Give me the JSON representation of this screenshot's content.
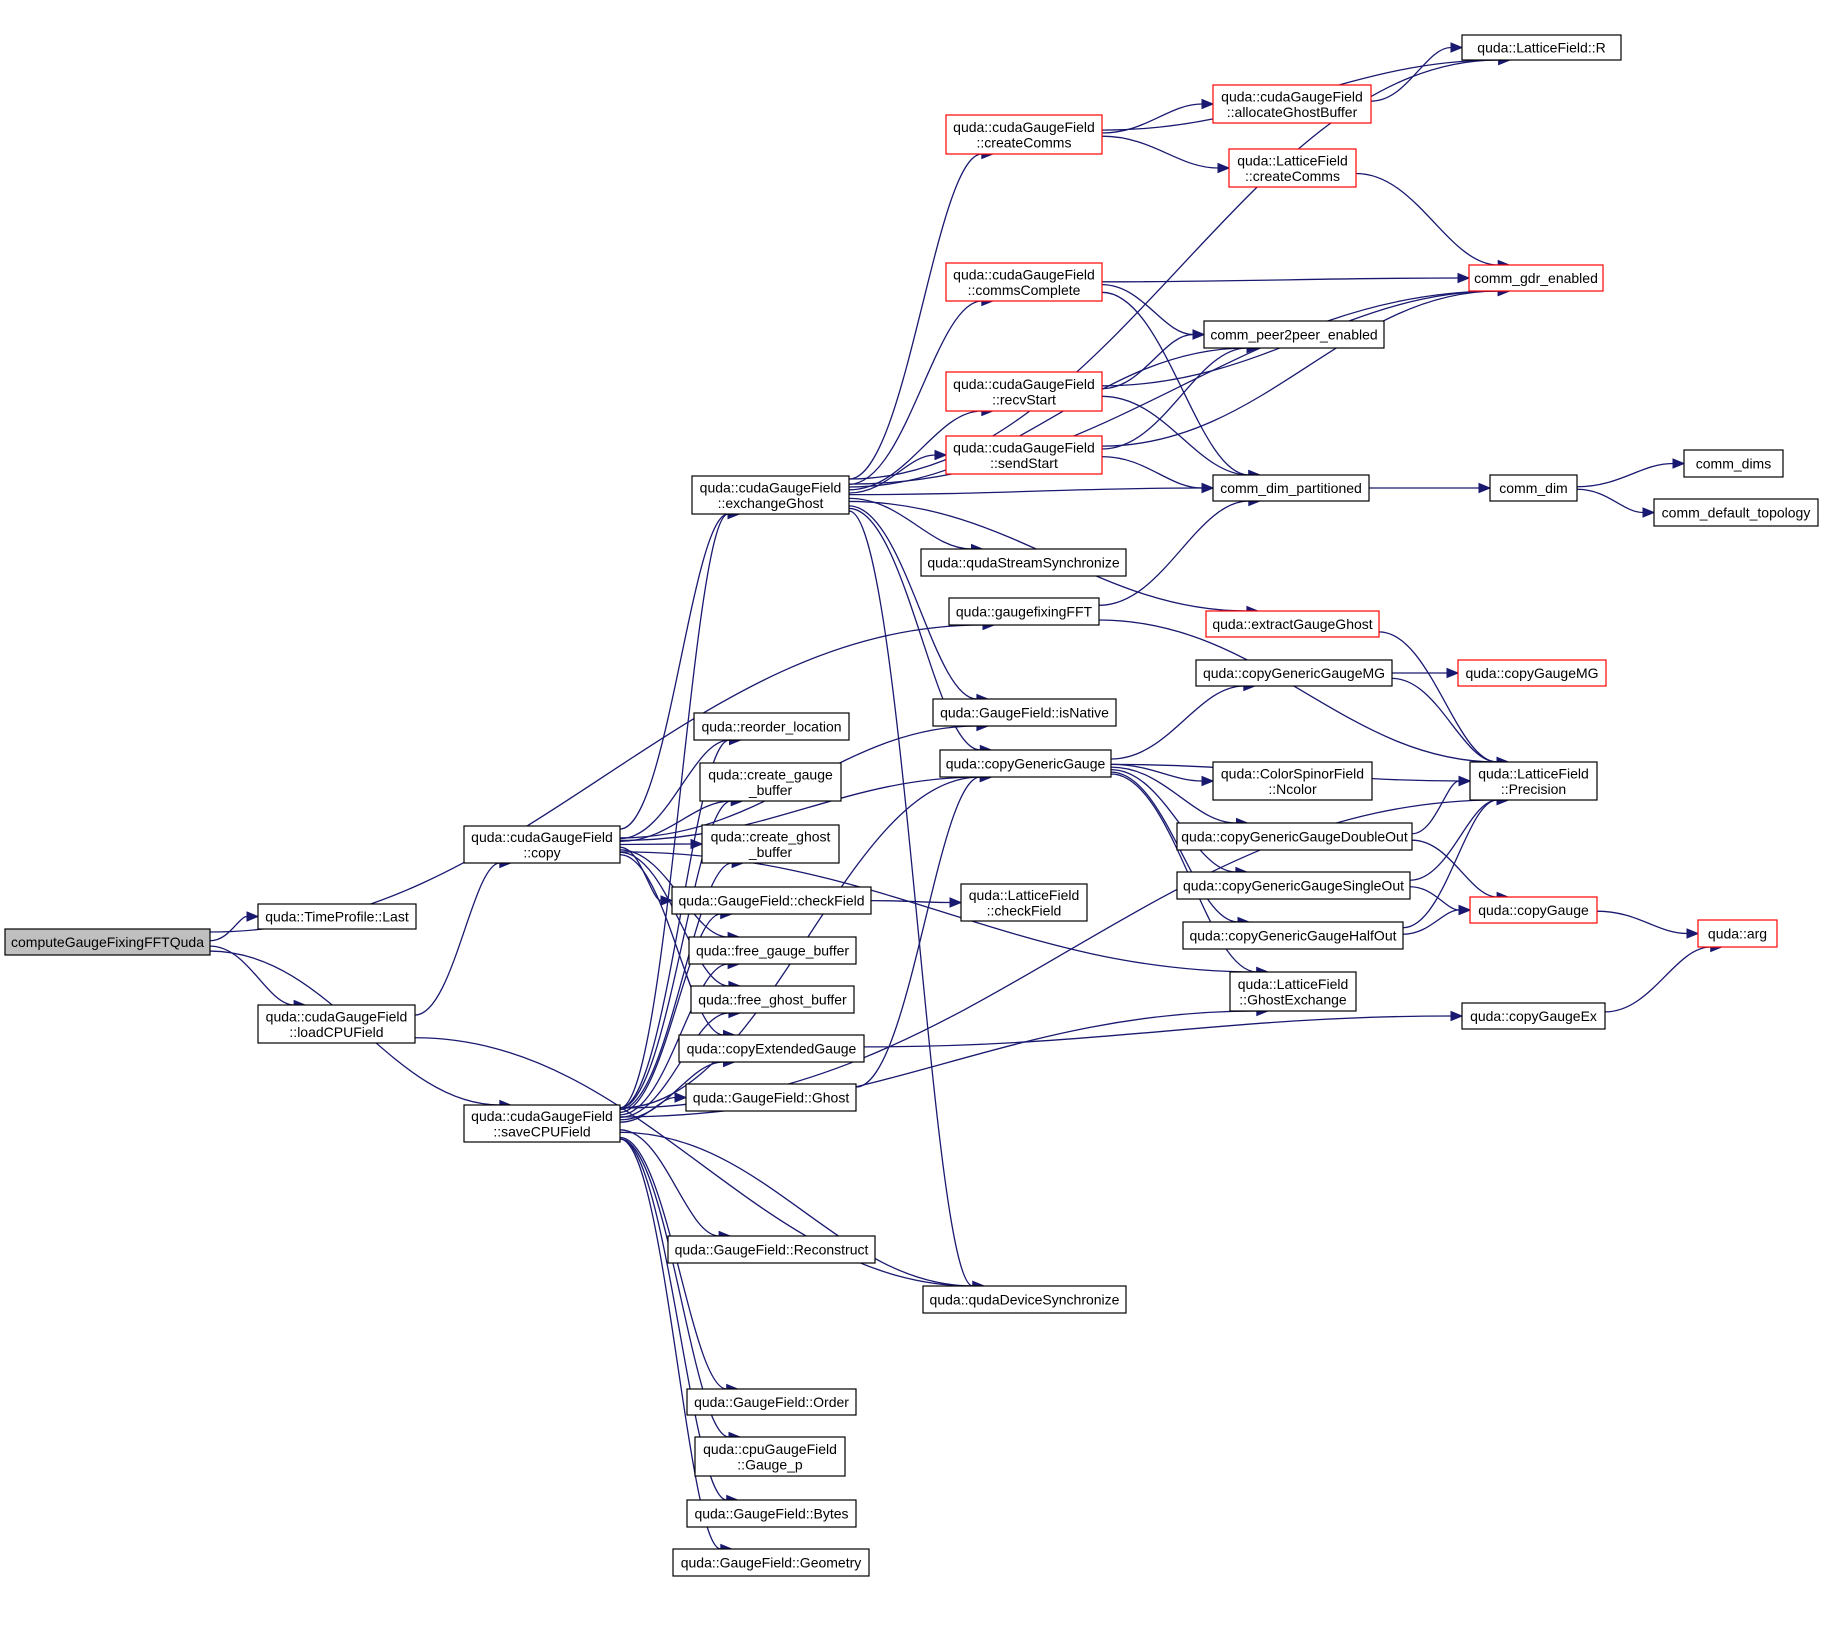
{
  "diagram": {
    "title": "Call graph: computeGaugeFixingFFTQuda",
    "colors": {
      "edge": "#191970",
      "border_default": "#000000",
      "border_truncated": "#ff0000",
      "root_fill": "#bfbfbf"
    },
    "nodes": [
      {
        "id": "root",
        "lines": [
          "computeGaugeFixingFFTQuda"
        ],
        "style": "root"
      },
      {
        "id": "tpLast",
        "lines": [
          "quda::TimeProfile::Last"
        ],
        "style": "normal"
      },
      {
        "id": "loadCPU",
        "lines": [
          "quda::cudaGaugeField",
          "::loadCPUField"
        ],
        "style": "normal"
      },
      {
        "id": "copy",
        "lines": [
          "quda::cudaGaugeField",
          "::copy"
        ],
        "style": "normal"
      },
      {
        "id": "saveCPU",
        "lines": [
          "quda::cudaGaugeField",
          "::saveCPUField"
        ],
        "style": "normal"
      },
      {
        "id": "exGhost",
        "lines": [
          "quda::cudaGaugeField",
          "::exchangeGhost"
        ],
        "style": "normal"
      },
      {
        "id": "createComms",
        "lines": [
          "quda::cudaGaugeField",
          "::createComms"
        ],
        "style": "red"
      },
      {
        "id": "commsComplete",
        "lines": [
          "quda::cudaGaugeField",
          "::commsComplete"
        ],
        "style": "red"
      },
      {
        "id": "recvStart",
        "lines": [
          "quda::cudaGaugeField",
          "::recvStart"
        ],
        "style": "red"
      },
      {
        "id": "sendStart",
        "lines": [
          "quda::cudaGaugeField",
          "::sendStart"
        ],
        "style": "red"
      },
      {
        "id": "streamSync",
        "lines": [
          "quda::qudaStreamSynchronize"
        ],
        "style": "normal"
      },
      {
        "id": "gfFFT",
        "lines": [
          "quda::gaugefixingFFT"
        ],
        "style": "normal"
      },
      {
        "id": "isNative",
        "lines": [
          "quda::GaugeField::isNative"
        ],
        "style": "normal"
      },
      {
        "id": "copyGeneric",
        "lines": [
          "quda::copyGenericGauge"
        ],
        "style": "normal"
      },
      {
        "id": "reorder",
        "lines": [
          "quda::reorder_location"
        ],
        "style": "normal"
      },
      {
        "id": "createGaugeBuf",
        "lines": [
          "quda::create_gauge",
          "_buffer"
        ],
        "style": "normal"
      },
      {
        "id": "createGhostBuf",
        "lines": [
          "quda::create_ghost",
          "_buffer"
        ],
        "style": "normal"
      },
      {
        "id": "gfCheckField",
        "lines": [
          "quda::GaugeField::checkField"
        ],
        "style": "normal"
      },
      {
        "id": "freeGaugeBuf",
        "lines": [
          "quda::free_gauge_buffer"
        ],
        "style": "normal"
      },
      {
        "id": "freeGhostBuf",
        "lines": [
          "quda::free_ghost_buffer"
        ],
        "style": "normal"
      },
      {
        "id": "copyExt",
        "lines": [
          "quda::copyExtendedGauge"
        ],
        "style": "normal"
      },
      {
        "id": "gfGhost",
        "lines": [
          "quda::GaugeField::Ghost"
        ],
        "style": "normal"
      },
      {
        "id": "reconstruct",
        "lines": [
          "quda::GaugeField::Reconstruct"
        ],
        "style": "normal"
      },
      {
        "id": "devSync",
        "lines": [
          "quda::qudaDeviceSynchronize"
        ],
        "style": "normal"
      },
      {
        "id": "order",
        "lines": [
          "quda::GaugeField::Order"
        ],
        "style": "normal"
      },
      {
        "id": "gaugeP",
        "lines": [
          "quda::cpuGaugeField",
          "::Gauge_p"
        ],
        "style": "normal"
      },
      {
        "id": "bytes",
        "lines": [
          "quda::GaugeField::Bytes"
        ],
        "style": "normal"
      },
      {
        "id": "geometry",
        "lines": [
          "quda::GaugeField::Geometry"
        ],
        "style": "normal"
      },
      {
        "id": "lfCheckField",
        "lines": [
          "quda::LatticeField",
          "::checkField"
        ],
        "style": "normal"
      },
      {
        "id": "lfR",
        "lines": [
          "quda::LatticeField::R"
        ],
        "style": "normal"
      },
      {
        "id": "allocGhost",
        "lines": [
          "quda::cudaGaugeField",
          "::allocateGhostBuffer"
        ],
        "style": "red"
      },
      {
        "id": "lfCreateComms",
        "lines": [
          "quda::LatticeField",
          "::createComms"
        ],
        "style": "red"
      },
      {
        "id": "gdr",
        "lines": [
          "comm_gdr_enabled"
        ],
        "style": "red"
      },
      {
        "id": "p2p",
        "lines": [
          "comm_peer2peer_enabled"
        ],
        "style": "normal"
      },
      {
        "id": "dimPart",
        "lines": [
          "comm_dim_partitioned"
        ],
        "style": "normal"
      },
      {
        "id": "commDim",
        "lines": [
          "comm_dim"
        ],
        "style": "normal"
      },
      {
        "id": "commDims",
        "lines": [
          "comm_dims"
        ],
        "style": "normal"
      },
      {
        "id": "defTopo",
        "lines": [
          "comm_default_topology"
        ],
        "style": "normal"
      },
      {
        "id": "extractGhost",
        "lines": [
          "quda::extractGaugeGhost"
        ],
        "style": "red"
      },
      {
        "id": "cgMG",
        "lines": [
          "quda::copyGenericGaugeMG"
        ],
        "style": "normal"
      },
      {
        "id": "copyGaugeMG",
        "lines": [
          "quda::copyGaugeMG"
        ],
        "style": "red"
      },
      {
        "id": "ncolor",
        "lines": [
          "quda::ColorSpinorField",
          "::Ncolor"
        ],
        "style": "normal"
      },
      {
        "id": "precision",
        "lines": [
          "quda::LatticeField",
          "::Precision"
        ],
        "style": "normal"
      },
      {
        "id": "cgDouble",
        "lines": [
          "quda::copyGenericGaugeDoubleOut"
        ],
        "style": "normal"
      },
      {
        "id": "cgSingle",
        "lines": [
          "quda::copyGenericGaugeSingleOut"
        ],
        "style": "normal"
      },
      {
        "id": "cgHalf",
        "lines": [
          "quda::copyGenericGaugeHalfOut"
        ],
        "style": "normal"
      },
      {
        "id": "copyGauge",
        "lines": [
          "quda::copyGauge"
        ],
        "style": "red"
      },
      {
        "id": "arg",
        "lines": [
          "quda::arg"
        ],
        "style": "red"
      },
      {
        "id": "ghostEx",
        "lines": [
          "quda::LatticeField",
          "::GhostExchange"
        ],
        "style": "normal"
      },
      {
        "id": "copyGaugeEx",
        "lines": [
          "quda::copyGaugeEx"
        ],
        "style": "normal"
      }
    ],
    "edges": [
      [
        "root",
        "tpLast"
      ],
      [
        "root",
        "loadCPU"
      ],
      [
        "root",
        "saveCPU"
      ],
      [
        "root",
        "gfFFT"
      ],
      [
        "loadCPU",
        "copy"
      ],
      [
        "loadCPU",
        "devSync"
      ],
      [
        "copy",
        "exGhost"
      ],
      [
        "copy",
        "reorder"
      ],
      [
        "copy",
        "createGaugeBuf"
      ],
      [
        "copy",
        "createGhostBuf"
      ],
      [
        "copy",
        "gfCheckField"
      ],
      [
        "copy",
        "freeGaugeBuf"
      ],
      [
        "copy",
        "freeGhostBuf"
      ],
      [
        "copy",
        "copyExt"
      ],
      [
        "copy",
        "copyGeneric"
      ],
      [
        "copy",
        "isNative"
      ],
      [
        "copy",
        "ghostEx"
      ],
      [
        "saveCPU",
        "exGhost"
      ],
      [
        "saveCPU",
        "reorder"
      ],
      [
        "saveCPU",
        "createGaugeBuf"
      ],
      [
        "saveCPU",
        "createGhostBuf"
      ],
      [
        "saveCPU",
        "gfCheckField"
      ],
      [
        "saveCPU",
        "freeGaugeBuf"
      ],
      [
        "saveCPU",
        "freeGhostBuf"
      ],
      [
        "saveCPU",
        "copyExt"
      ],
      [
        "saveCPU",
        "gfGhost"
      ],
      [
        "saveCPU",
        "copyGeneric"
      ],
      [
        "saveCPU",
        "precision"
      ],
      [
        "saveCPU",
        "reconstruct"
      ],
      [
        "saveCPU",
        "devSync"
      ],
      [
        "saveCPU",
        "ghostEx"
      ],
      [
        "saveCPU",
        "order"
      ],
      [
        "saveCPU",
        "gaugeP"
      ],
      [
        "saveCPU",
        "bytes"
      ],
      [
        "saveCPU",
        "geometry"
      ],
      [
        "exGhost",
        "lfR"
      ],
      [
        "exGhost",
        "createComms"
      ],
      [
        "exGhost",
        "gdr"
      ],
      [
        "exGhost",
        "commsComplete"
      ],
      [
        "exGhost",
        "p2p"
      ],
      [
        "exGhost",
        "recvStart"
      ],
      [
        "exGhost",
        "sendStart"
      ],
      [
        "exGhost",
        "dimPart"
      ],
      [
        "exGhost",
        "streamSync"
      ],
      [
        "exGhost",
        "extractGhost"
      ],
      [
        "exGhost",
        "isNative"
      ],
      [
        "exGhost",
        "copyGeneric"
      ],
      [
        "exGhost",
        "devSync"
      ],
      [
        "createComms",
        "lfR"
      ],
      [
        "createComms",
        "allocGhost"
      ],
      [
        "createComms",
        "lfCreateComms"
      ],
      [
        "allocGhost",
        "lfR"
      ],
      [
        "lfCreateComms",
        "gdr"
      ],
      [
        "commsComplete",
        "gdr"
      ],
      [
        "commsComplete",
        "p2p"
      ],
      [
        "commsComplete",
        "dimPart"
      ],
      [
        "recvStart",
        "p2p"
      ],
      [
        "recvStart",
        "gdr"
      ],
      [
        "recvStart",
        "dimPart"
      ],
      [
        "sendStart",
        "p2p"
      ],
      [
        "sendStart",
        "gdr"
      ],
      [
        "sendStart",
        "dimPart"
      ],
      [
        "dimPart",
        "commDim"
      ],
      [
        "commDim",
        "commDims"
      ],
      [
        "commDim",
        "defTopo"
      ],
      [
        "gfFFT",
        "dimPart"
      ],
      [
        "gfFFT",
        "precision"
      ],
      [
        "extractGhost",
        "precision"
      ],
      [
        "gfGhost",
        "copyGeneric"
      ],
      [
        "gfCheckField",
        "lfCheckField"
      ],
      [
        "copyGeneric",
        "cgMG"
      ],
      [
        "copyGeneric",
        "precision"
      ],
      [
        "copyGeneric",
        "ncolor"
      ],
      [
        "copyGeneric",
        "cgDouble"
      ],
      [
        "copyGeneric",
        "cgSingle"
      ],
      [
        "copyGeneric",
        "cgHalf"
      ],
      [
        "copyGeneric",
        "ghostEx"
      ],
      [
        "cgMG",
        "copyGaugeMG"
      ],
      [
        "cgMG",
        "precision"
      ],
      [
        "cgDouble",
        "precision"
      ],
      [
        "cgDouble",
        "copyGauge"
      ],
      [
        "cgSingle",
        "precision"
      ],
      [
        "cgSingle",
        "copyGauge"
      ],
      [
        "cgHalf",
        "precision"
      ],
      [
        "cgHalf",
        "copyGauge"
      ],
      [
        "copyGauge",
        "arg"
      ],
      [
        "copyGaugeEx",
        "arg"
      ],
      [
        "copyExt",
        "copyGaugeEx"
      ]
    ]
  }
}
